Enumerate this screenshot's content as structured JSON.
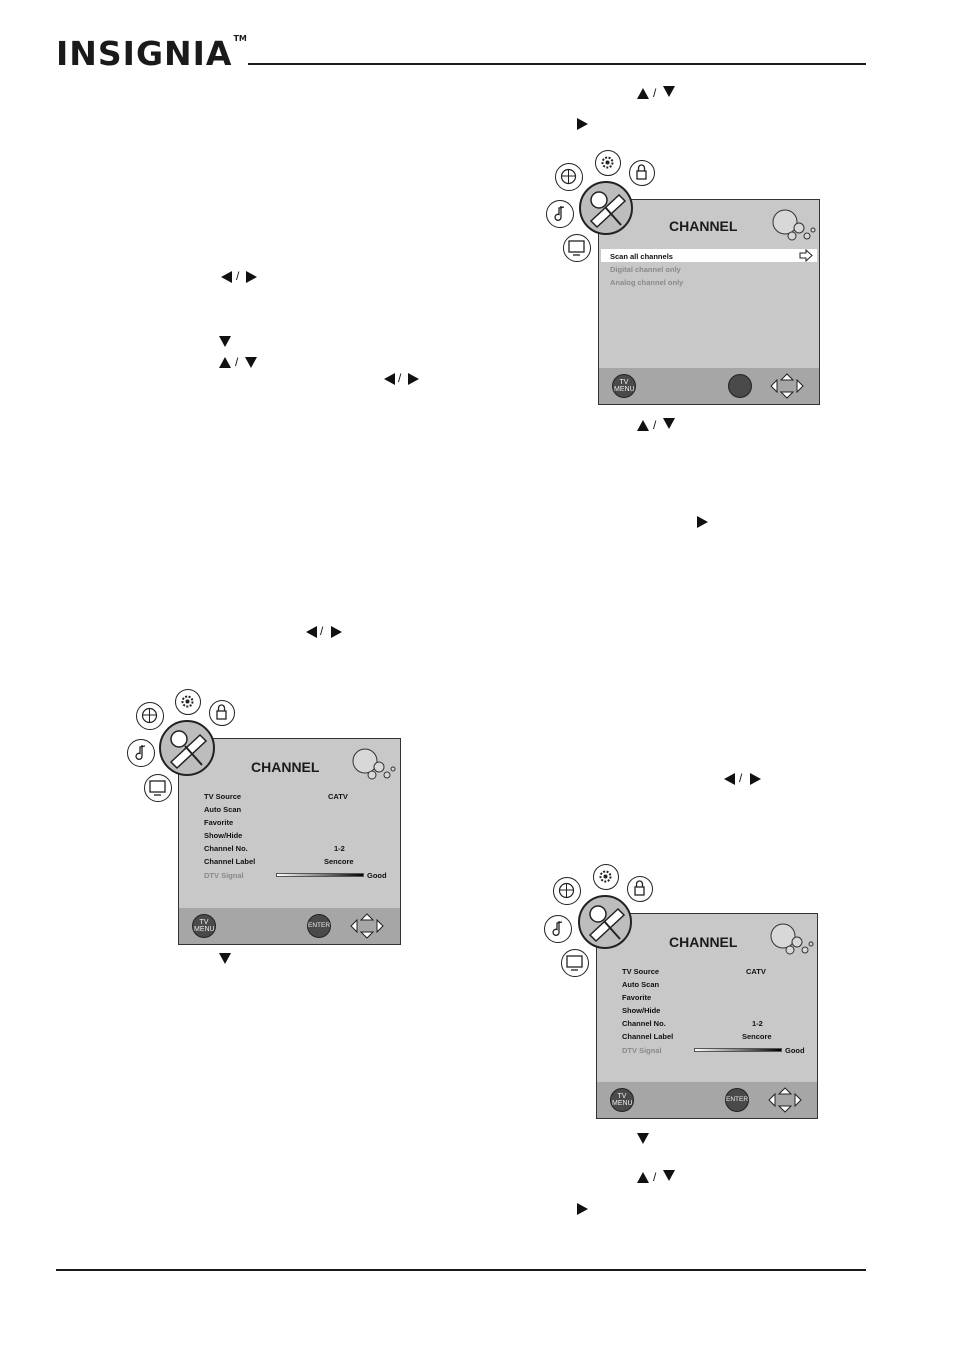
{
  "header": {
    "brand": "INSIGNIA",
    "trademark": "TM"
  },
  "nav_glyphs": {
    "slash": "/"
  },
  "osd_top_right": {
    "title": "CHANNEL",
    "options": [
      {
        "label": "Scan all channels",
        "state": "selected"
      },
      {
        "label": "Digital channel only",
        "state": "disabled"
      },
      {
        "label": "Analog channel only",
        "state": "disabled"
      }
    ],
    "footer_buttons": {
      "menu": "TV MENU"
    }
  },
  "osd_channel": {
    "title": "CHANNEL",
    "rows": [
      {
        "label": "TV Source",
        "value": "CATV"
      },
      {
        "label": "Auto Scan",
        "value": ""
      },
      {
        "label": "Favorite",
        "value": ""
      },
      {
        "label": "Show/Hide",
        "value": ""
      },
      {
        "label": "Channel No.",
        "value": "1-2"
      },
      {
        "label": "Channel Label",
        "value": "Sencore"
      }
    ],
    "signal": {
      "label": "DTV Signal",
      "value": "Good"
    },
    "footer_buttons": {
      "menu": "TV MENU",
      "enter": "ENTER"
    }
  },
  "colors": {
    "screen_bg": "#c8c8c8",
    "footer_bg": "#a6a6a6",
    "button_bg": "#4a4a4a"
  }
}
